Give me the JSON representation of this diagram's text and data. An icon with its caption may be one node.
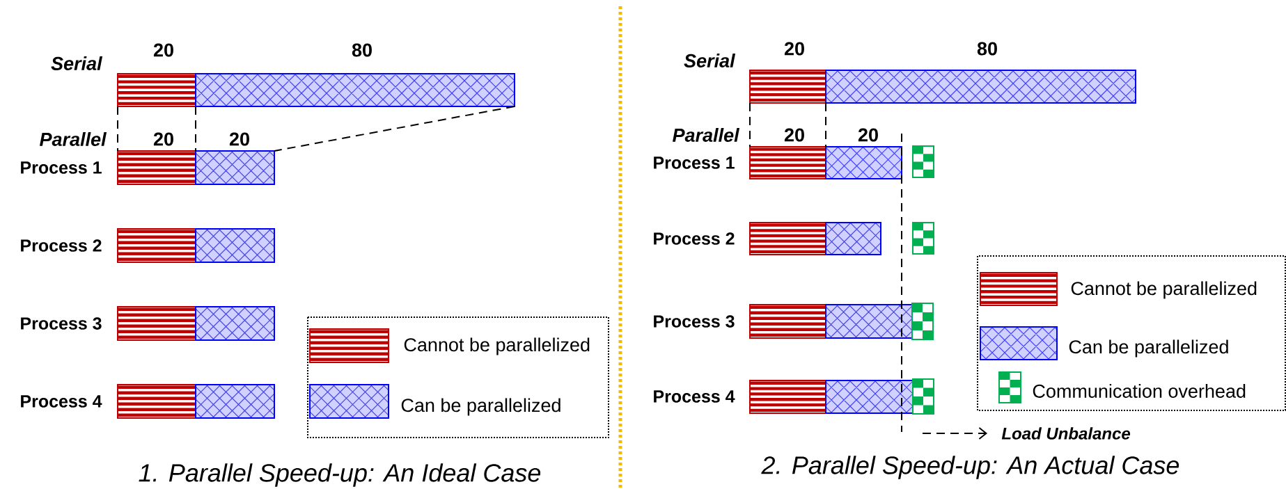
{
  "diagram": {
    "labels": [
      "Serial",
      "20",
      "80",
      "Parallel",
      "20",
      "20",
      "Process 1",
      "Process 2",
      "Process 3",
      "Process 4",
      "1. Parallel Speed-up: An Ideal Case",
      "Serial",
      "20",
      "80",
      "Parallel",
      "20",
      "20",
      "Process 1",
      "Process 2",
      "Process 3",
      "Process 4",
      "Load Unbalance",
      "2. Parallel Speed-up: An Actual Case"
    ],
    "legend": [
      {
        "text": "Cannot be parallelized"
      },
      {
        "text": "Can be parallelized"
      },
      {
        "text": "Cannot be parallelized"
      },
      {
        "text": "Can be parallelized"
      },
      {
        "text": "Communication overhead"
      }
    ]
  }
}
